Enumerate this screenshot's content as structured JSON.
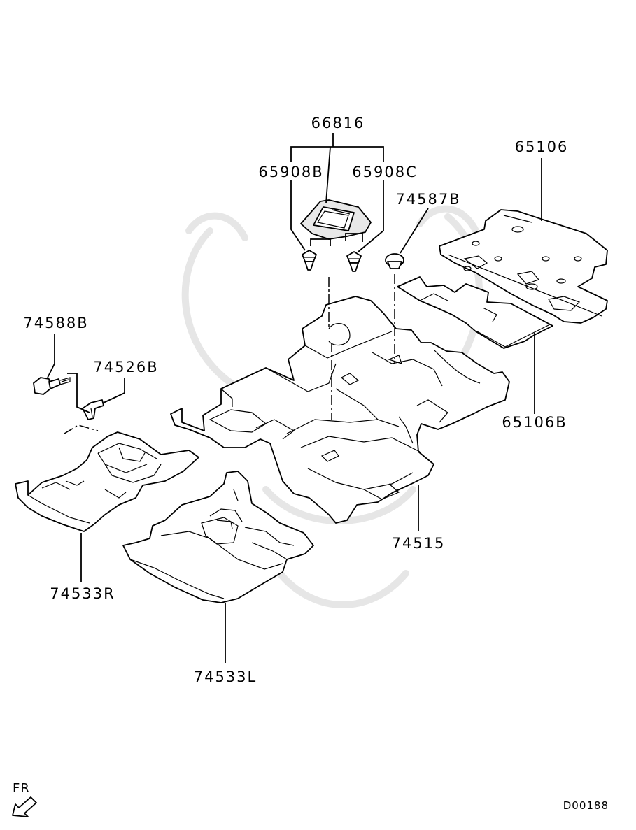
{
  "diagram": {
    "part_labels": {
      "p66816": "66816",
      "p65908B": "65908B",
      "p65908C": "65908C",
      "p74587B": "74587B",
      "p65106": "65106",
      "p74588B": "74588B",
      "p74526B": "74526B",
      "p65106B": "65106B",
      "p74515": "74515",
      "p74533R": "74533R",
      "p74533L": "74533L"
    },
    "front_marker": "FR",
    "diagram_code": "D00188",
    "line_color": "#000000",
    "background_color": "#ffffff",
    "watermark_color": "#e6e6e6"
  }
}
